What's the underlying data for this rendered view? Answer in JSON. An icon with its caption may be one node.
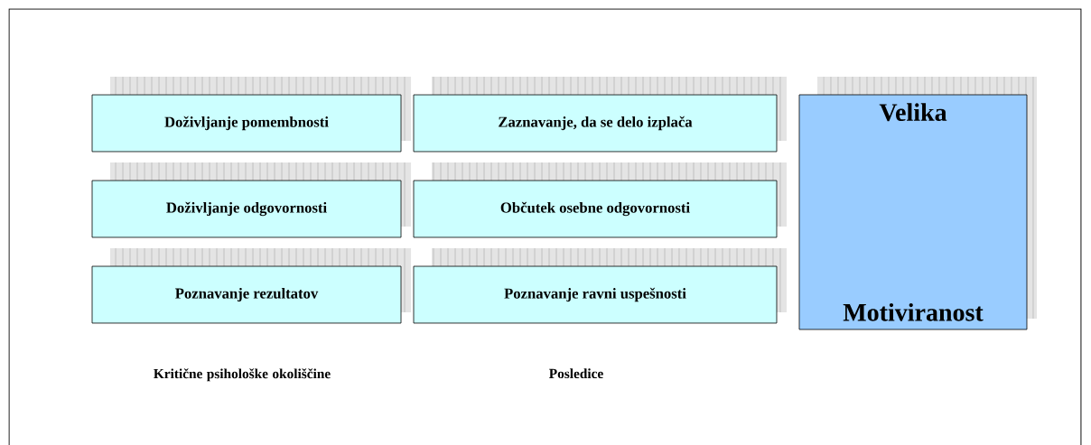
{
  "diagram": {
    "nodes": [
      {
        "text": [
          "Doživljanje pomembnosti"
        ]
      },
      {
        "text": [
          "Zaznavanje, da se delo izplača"
        ]
      },
      {
        "text": [
          "Velika",
          "Motiviranost"
        ]
      },
      {
        "text": [
          "Doživljanje odgovornosti"
        ]
      },
      {
        "text": [
          "Občutek osebne odgovornosti"
        ]
      },
      {
        "text": [
          "Poznavanje rezultatov"
        ]
      },
      {
        "text": [
          "Poznavanje ravni uspešnosti"
        ]
      }
    ],
    "labels": [
      "Kritične psihološke okoliščine",
      "Posledice"
    ]
  }
}
